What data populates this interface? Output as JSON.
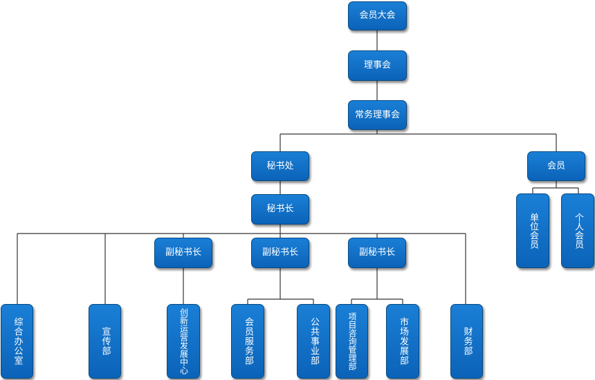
{
  "org": {
    "assembly": "会员大会",
    "council": "理事会",
    "standing_council": "常务理事会",
    "secretariat": "秘书处",
    "members": "会员",
    "unit_members": "单位会员",
    "individual_members": "个人会员",
    "secretary_general": "秘书长",
    "deputy_1": "副秘书长",
    "deputy_2": "副秘书长",
    "deputy_3": "副秘书长",
    "general_office": "综合办公室",
    "publicity": "宣传部",
    "innovation": "创新运营发展中心",
    "member_services": "会员服务部",
    "public_affairs": "公共事业部",
    "consulting": "项目咨询管理部",
    "market": "市场发展部",
    "finance": "财务部"
  },
  "colors": {
    "node_fill": "#0b6fc6",
    "node_border": "#06487f",
    "connector": "#333333"
  }
}
